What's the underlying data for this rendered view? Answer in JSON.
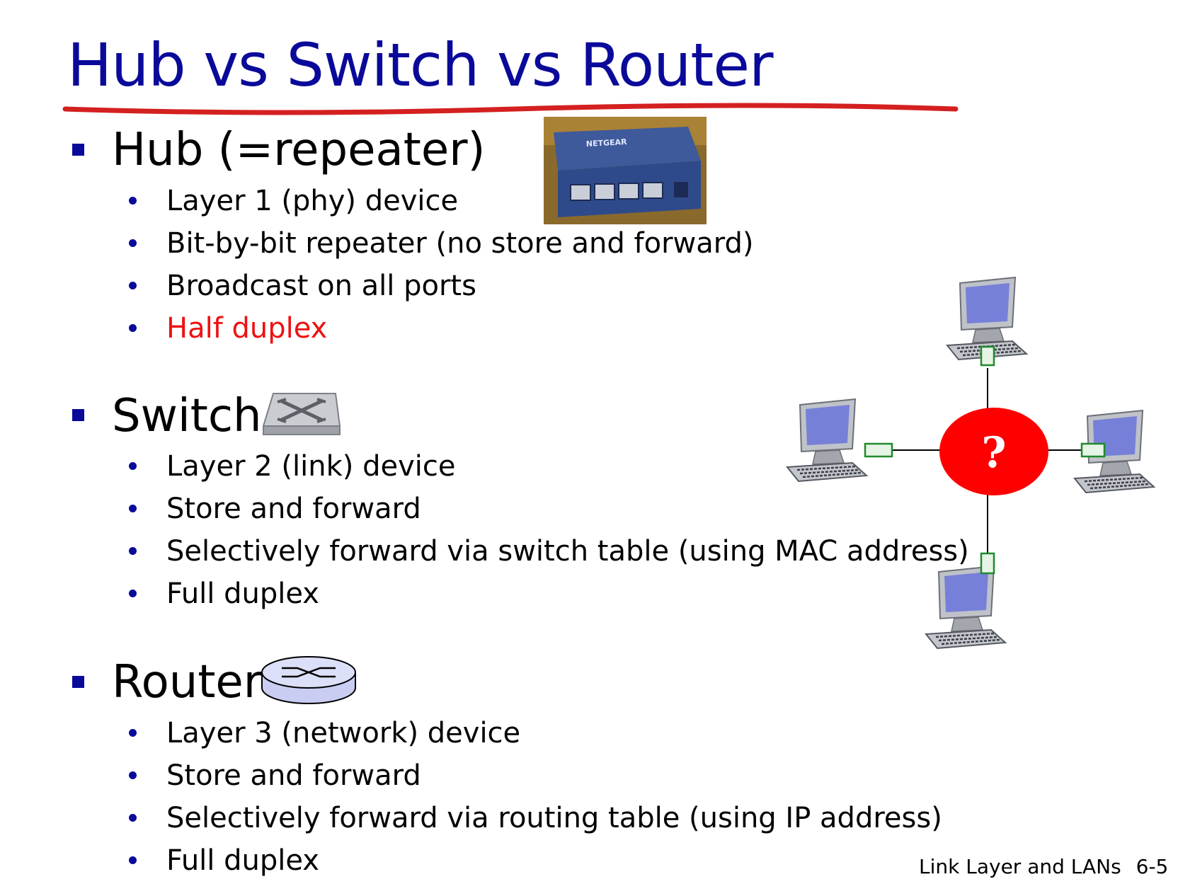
{
  "title": "Hub vs Switch vs Router",
  "sections": [
    {
      "heading": "Hub (=repeater)",
      "items": [
        "Layer 1 (phy) device",
        "Bit-by-bit repeater (no store and forward)",
        "Broadcast on all ports",
        "Half duplex"
      ]
    },
    {
      "heading": "Switch",
      "items": [
        "Layer 2 (link) device",
        "Store and forward",
        "Selectively forward via switch table (using MAC address)",
        "Full duplex"
      ]
    },
    {
      "heading": "Router",
      "items": [
        "Layer 3 (network) device",
        "Store and forward",
        "Selectively forward via routing table (using IP address)",
        "Full duplex"
      ]
    }
  ],
  "hub_photo_label": "NETGEAR",
  "diagram": {
    "center_label": "?"
  },
  "colors": {
    "title": "#0a0a9a",
    "underline": "#d42020",
    "highlight": "#ee1111",
    "unknown_device": "#ff0000"
  },
  "footer": {
    "chapter": "Link Layer and LANs",
    "page": "6-5"
  }
}
